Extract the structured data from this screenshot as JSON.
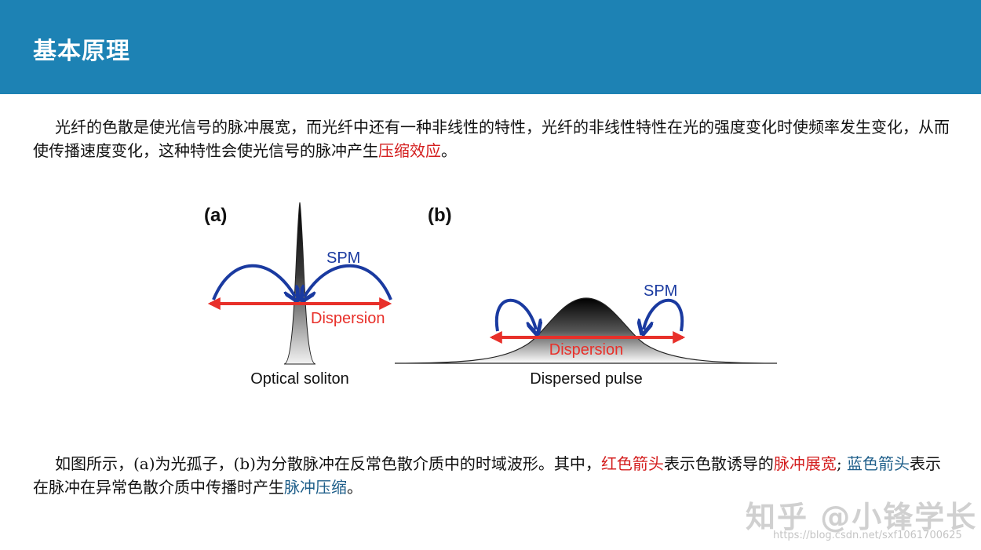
{
  "header": {
    "title": "基本原理"
  },
  "para1": {
    "text": "光纤的色散是使光信号的脉冲展宽，而光纤中还有一种非线性的特性，光纤的非线性特性在光的强度变化时使频率发生变化，从而使传播速度变化，这种特性会使光信号的脉冲产生",
    "highlight": "压缩效应",
    "end": "。"
  },
  "figure": {
    "panel_a": {
      "label": "(a)",
      "spm_label": "SPM",
      "dispersion_label": "Dispersion",
      "caption": "Optical soliton"
    },
    "panel_b": {
      "label": "(b)",
      "spm_label": "SPM",
      "dispersion_label": "Dispersion",
      "caption": "Dispersed pulse"
    },
    "colors": {
      "spm": "#1a3aa0",
      "dispersion": "#e8302a"
    }
  },
  "para2": {
    "t1": "如图所示，(a)为光孤子，(b)为分散脉冲在反常色散介质中的时域波形。其中，",
    "red_arrow": "红色箭头",
    "t2": "表示色散诱导的",
    "pulse_broaden": "脉冲展宽",
    "sep": "; ",
    "blue_arrow": "蓝色箭头",
    "t3": "表示在脉冲在异常色散介质中传播时产生",
    "pulse_compress": "脉冲压缩",
    "end": "。"
  },
  "watermark": {
    "text": "知乎 @小锋学长",
    "url": "https://blog.csdn.net/sxf1061700625"
  }
}
